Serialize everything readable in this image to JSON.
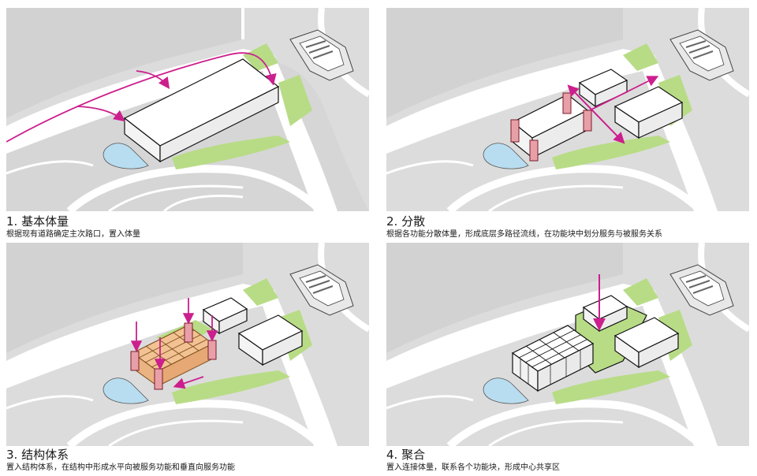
{
  "panels": [
    {
      "title": "1. 基本体量",
      "desc": "根据现有道路确定主次路口，置入体量"
    },
    {
      "title": "2. 分散",
      "desc": "根据各功能分散体量，形成底层多路径流线，在功能块中划分服务与被服务关系"
    },
    {
      "title": "3. 结构体系",
      "desc": "置入结构体系，在结构中形成水平向被服务功能和垂直向服务功能"
    },
    {
      "title": "4. 聚合",
      "desc": "置入连接体量，联系各个功能块，形成中心共享区"
    }
  ],
  "colors": {
    "background": "#dcdcdc",
    "road": "#ffffff",
    "green": "#b8dc86",
    "water": "#b9ddf0",
    "block": "#ffffff",
    "service": "#e8a0a8",
    "structure": "#f2c293",
    "arrow": "#cc1f8d"
  }
}
